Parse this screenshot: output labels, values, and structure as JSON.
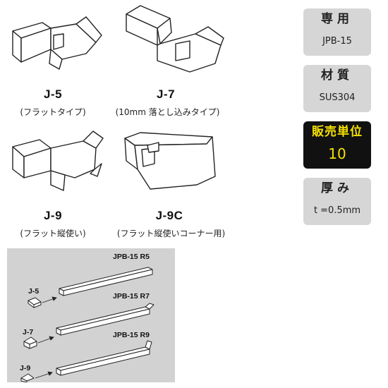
{
  "parts": [
    {
      "code": "J-5",
      "desc": "(フラットタイプ)"
    },
    {
      "code": "J-7",
      "desc": "(10mm 落とし込みタイプ)"
    },
    {
      "code": "J-9",
      "desc": "(フラット縦使い)"
    },
    {
      "code": "J-9C",
      "desc": "(フラット縦使いコーナー用)"
    }
  ],
  "specs": [
    {
      "title": "専用",
      "value": "JPB-15"
    },
    {
      "title": "材質",
      "value": "SUS304"
    },
    {
      "title": "販売単位",
      "value": "10"
    },
    {
      "title": "厚み",
      "value": "t =0.5mm"
    }
  ],
  "diagram": {
    "rails": [
      "JPB-15 R5",
      "JPB-15 R7",
      "JPB-15 R9"
    ],
    "clips": [
      "J-5",
      "J-7",
      "J-9"
    ]
  },
  "colors": {
    "spec_grey": "#d6d6d6",
    "highlight_bg": "#111111",
    "highlight_text": "#f5e000",
    "panel": "#d2d2d2"
  }
}
